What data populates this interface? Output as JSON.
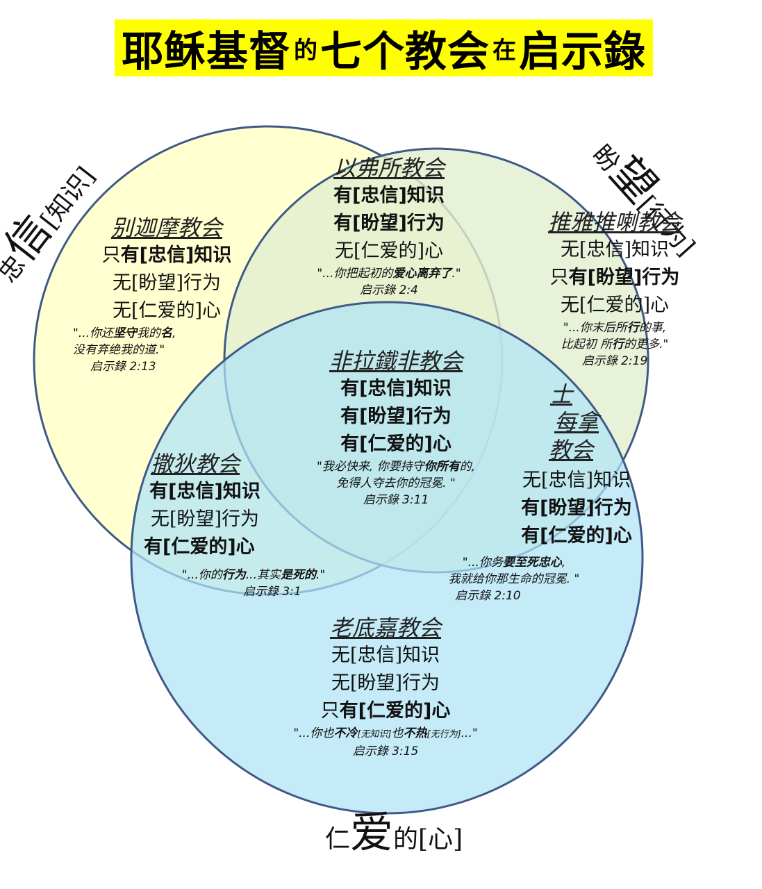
{
  "title": {
    "part1": "耶稣基督",
    "part2": "的",
    "part3": "七个教会",
    "part4": "在",
    "part5": "启示錄"
  },
  "circles": {
    "faith": {
      "small_left": "忠",
      "big": "信",
      "small_right": "[知识]",
      "fill": "#ffffc8"
    },
    "hope": {
      "small_left": "盼",
      "big": "望",
      "small_right": "[行为]",
      "fill": "#e6f0d2"
    },
    "love": {
      "small_left": "仁",
      "big": "爱",
      "small_right": "的[心]",
      "fill": "#bfe8f8"
    },
    "stroke": "#3f5a87"
  },
  "churches": {
    "pergamum": {
      "name": "别迦摩教会",
      "l1_pre": "只",
      "l1": "有[忠信]知识",
      "l2": "无[盼望]行为",
      "l3": "无[仁爱的]心",
      "q1a": "\"...你还",
      "q1b": "坚守",
      "q1c": "我的",
      "q1d": "名",
      "q2": "没有弃绝我的道.\"",
      "ref": "启示錄 2:13"
    },
    "ephesus": {
      "name": "以弗所教会",
      "l1": "有[忠信]知识",
      "l2": "有[盼望]行为",
      "l3": "无[仁爱的]心",
      "q1a": "\"...你把起初的",
      "q1b": "爱心离弃了",
      "q1c": ".\"",
      "ref": "启示錄 2:4"
    },
    "thyatira": {
      "name": "推雅推喇教会",
      "l1": "无[忠信]知识",
      "l2_pre": "只",
      "l2": "有[盼望]行为",
      "l3": "无[仁爱的]心",
      "q1a": "\"...你末后所",
      "q1b": "行",
      "q1c": "的事,",
      "q2a": "比起初 所",
      "q2b": "行",
      "q2c": "的更多.\"",
      "ref": "启示錄 2:19"
    },
    "philadelphia": {
      "name": "非拉鐵非教会",
      "l1": "有[忠信]知识",
      "l2": "有[盼望]行为",
      "l3": "有[仁爱的]心",
      "q1a": "\"我必快来, 你要持守",
      "q1b": "你所有",
      "q1c": "的,",
      "q2": "免得人夺去你的冠冕. \"",
      "ref": "启示錄 3:11"
    },
    "smyrna": {
      "name1": "士",
      "name2": "每拿",
      "name3": "教会",
      "l1": "无[忠信]知识",
      "l2": "有[盼望]行为",
      "l3": "有[仁爱的]心",
      "q1a": "\"...你务",
      "q1b": "要至死忠心",
      "q1c": ",",
      "q2": "我就给你那生命的冠冕. \"",
      "ref": "启示錄 2:10"
    },
    "sardis": {
      "name": "撒狄教会",
      "l1": "有[忠信]知识",
      "l2": "无[盼望]行为",
      "l3": "有[仁爱的]心",
      "q1a": "\"...你的",
      "q1b": "行为",
      "q1c": "...其实",
      "q1d": "是死的",
      "q1e": ".\"",
      "ref": "启示錄 3:1"
    },
    "laodicea": {
      "name": "老底嘉教会",
      "l1": "无[忠信]知识",
      "l2": "无[盼望]行为",
      "l3_pre": "只",
      "l3": "有[仁爱的]心",
      "q1a": "\"...你也",
      "q1b": "不冷",
      "q1c": "[无知识]",
      "q1d": "也",
      "q1e": "不热",
      "q1f": "[无行为]",
      "q1g": "...\"",
      "ref": "启示錄 3:15"
    }
  }
}
